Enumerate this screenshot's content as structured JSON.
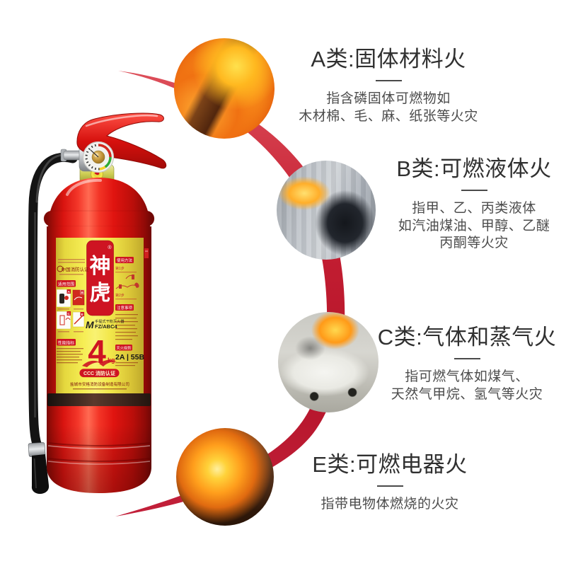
{
  "colors": {
    "accent_red": "#ce1422",
    "ribbon_red": "#c51f33",
    "heading_text": "#303030",
    "body_text": "#4c4c4c",
    "label_yellow": "#f2e74a"
  },
  "sections": [
    {
      "class_letter": "A",
      "title": "A类:固体材料火",
      "desc": [
        "指含磷固体可燃物如",
        "木材棉、毛、麻、纸张等火灾"
      ]
    },
    {
      "class_letter": "B",
      "title": "B类:可燃液体火",
      "desc": [
        "指甲、乙、丙类液体",
        "如汽油煤油、甲醇、乙醚",
        "丙酮等火灾"
      ]
    },
    {
      "class_letter": "C",
      "title": "C类:气体和蒸气火",
      "desc": [
        "指可燃气体如煤气、",
        "天然气甲烷、氢气等火灾"
      ]
    },
    {
      "class_letter": "E",
      "title": "E类:可燃电器火",
      "desc": [
        "指带电物体燃烧的火灾"
      ]
    }
  ],
  "photos": [
    {
      "alt": "burning-wood-solid-fire"
    },
    {
      "alt": "firefighter-fighting-liquid-fire"
    },
    {
      "alt": "burning-car-gas-fire"
    },
    {
      "alt": "burning-electrical-debris-fire"
    }
  ],
  "extinguisher": {
    "brand_chars": [
      "神",
      "虎"
    ],
    "registered": "®",
    "china_cert": "中国消防认证",
    "bar_scope": "适用范围",
    "bar_specs": "性能指标",
    "bar_usage": "使用方法",
    "bar_notice": "注意事项",
    "bar_rating": "灭火级别",
    "step1": "第1步",
    "step2": "第2步",
    "type_prefix": "M",
    "type_name": "手提式干粉灭火器",
    "type_code": "FZ/ABC4",
    "weight": "4",
    "weight_unit": "kg",
    "ccc": "CCC 消防认证",
    "rating": "2A | 55B",
    "company": "盐城市安格消防设备制造有限公司",
    "badges": [
      "A",
      "B",
      "C",
      "E"
    ]
  }
}
